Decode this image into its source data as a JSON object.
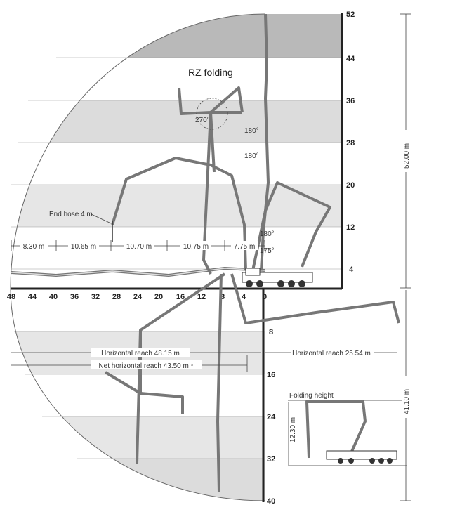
{
  "diagram": {
    "title": "RZ folding",
    "upper_axis_ticks": [
      "52",
      "44",
      "36",
      "28",
      "20",
      "12",
      "4"
    ],
    "horizontal_axis_ticks": [
      "48",
      "44",
      "40",
      "36",
      "32",
      "28",
      "24",
      "20",
      "16",
      "12",
      "8",
      "4",
      "0"
    ],
    "lower_axis_ticks": [
      "8",
      "16",
      "24",
      "32",
      "40"
    ],
    "section_lengths": [
      "8.30 m",
      "10.65 m",
      "10.70 m",
      "10.75 m",
      "7.75 m"
    ],
    "angles": [
      "270°",
      "180°",
      "180°",
      "180°",
      "175°"
    ],
    "end_hose": "End hose 4 m",
    "horizontal_reach": "Horizontal reach 48.15 m",
    "net_horizontal_reach": "Net horizontal reach 43.50 m *",
    "horizontal_reach_right": "Horizontal reach 25.54 m",
    "vertical_reach": "52.00 m",
    "depth_reach": "41.10 m",
    "folding_height_label": "Folding height",
    "folding_height_value": "12.30 m",
    "colors": {
      "band_dark": "#b9b9b9",
      "band_light": "#dcdcdc",
      "boom": "#777777",
      "axis": "#222222"
    }
  }
}
